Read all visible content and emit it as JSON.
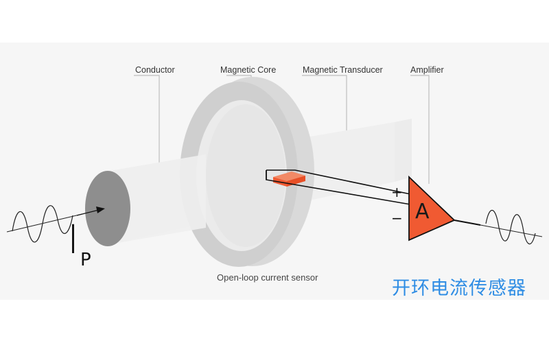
{
  "labels": {
    "conductor": "Conductor",
    "magnetic_core": "Magnetic Core",
    "magnetic_transducer": "Magnetic Transducer",
    "amplifier": "Amplifier"
  },
  "caption": "Open-loop current sensor",
  "cn_title": "开环电流传感器",
  "current_symbol": {
    "main": "I",
    "subscript": "P"
  },
  "amplifier": {
    "letter": "A",
    "plus": "+",
    "minus": "−"
  },
  "colors": {
    "panel": "#f6f6f6",
    "transducer": "#f05a32",
    "amplifier_fill": "#f05a32",
    "title_blue": "#2f8de4",
    "ring_outer": "#cfcfcf",
    "ring_face": "#e4e4e4"
  }
}
